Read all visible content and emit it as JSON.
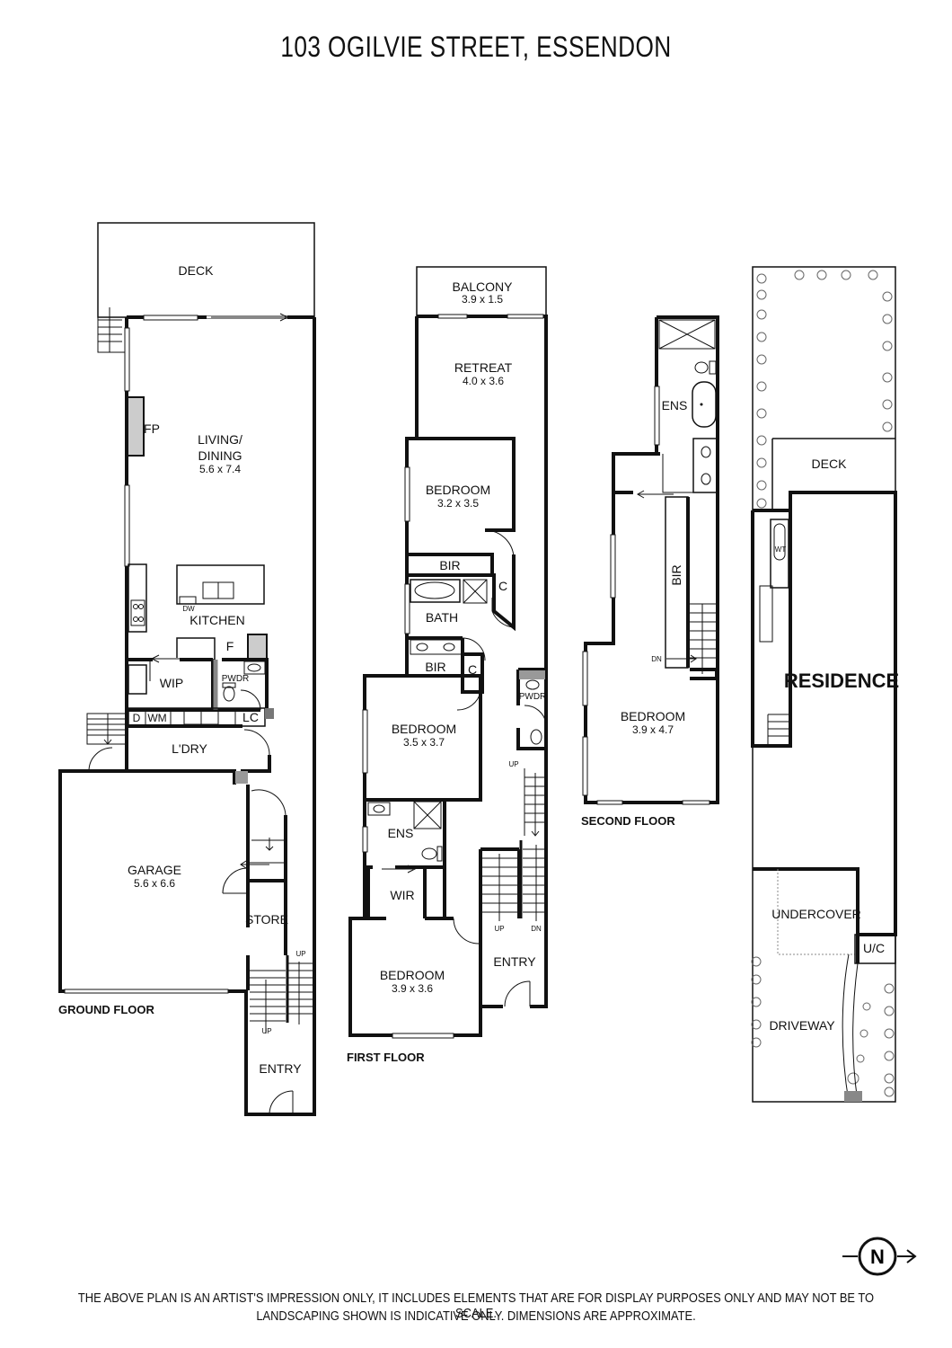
{
  "title": "103 OGILVIE STREET, ESSENDON",
  "disclaimer": {
    "line1": "THE ABOVE PLAN IS AN ARTIST'S IMPRESSION ONLY, IT INCLUDES ELEMENTS THAT ARE FOR DISPLAY PURPOSES ONLY AND MAY NOT BE TO SCALE.",
    "line2": "LANDSCAPING SHOWN IS INDICATIVE ONLY. DIMENSIONS ARE APPROXIMATE."
  },
  "compass": {
    "letter": "N"
  },
  "ground_floor": {
    "label": "GROUND FLOOR",
    "deck": "DECK",
    "fp": "FP",
    "living": {
      "name_line1": "LIVING/",
      "name_line2": "DINING",
      "dims": "5.6 x 7.4"
    },
    "kitchen": "KITCHEN",
    "dw": "DW",
    "f": "F",
    "wip": "WIP",
    "pwdr": "PWDR",
    "d": "D",
    "wm": "WM",
    "lc": "LC",
    "ldry": "L'DRY",
    "garage": {
      "name": "GARAGE",
      "dims": "5.6 x 6.6"
    },
    "store": "STORE",
    "up1": "UP",
    "up2": "UP",
    "entry": "ENTRY"
  },
  "first_floor": {
    "label": "FIRST FLOOR",
    "balcony": {
      "name": "BALCONY",
      "dims": "3.9 x 1.5"
    },
    "retreat": {
      "name": "RETREAT",
      "dims": "4.0 x 3.6"
    },
    "bedroom1": {
      "name": "BEDROOM",
      "dims": "3.2 x 3.5"
    },
    "bir1": "BIR",
    "c1": "C",
    "bath": "BATH",
    "bir2": "BIR",
    "c2": "C",
    "pwdr": "PWDR",
    "bedroom2": {
      "name": "BEDROOM",
      "dims": "3.5 x 3.7"
    },
    "up_stair": "UP",
    "ens": "ENS",
    "wir": "WIR",
    "up": "UP",
    "dn": "DN",
    "bedroom3": {
      "name": "BEDROOM",
      "dims": "3.9 x 3.6"
    },
    "entry": "ENTRY"
  },
  "second_floor": {
    "label": "SECOND FLOOR",
    "ens": "ENS",
    "bir": "BIR",
    "dn": "DN",
    "bedroom": {
      "name": "BEDROOM",
      "dims": "3.9 x 4.7"
    }
  },
  "site_plan": {
    "deck": "DECK",
    "wt": "WT",
    "residence": "RESIDENCE",
    "undercover": "UNDERCOVER",
    "uc": "U/C",
    "driveway": "DRIVEWAY"
  }
}
